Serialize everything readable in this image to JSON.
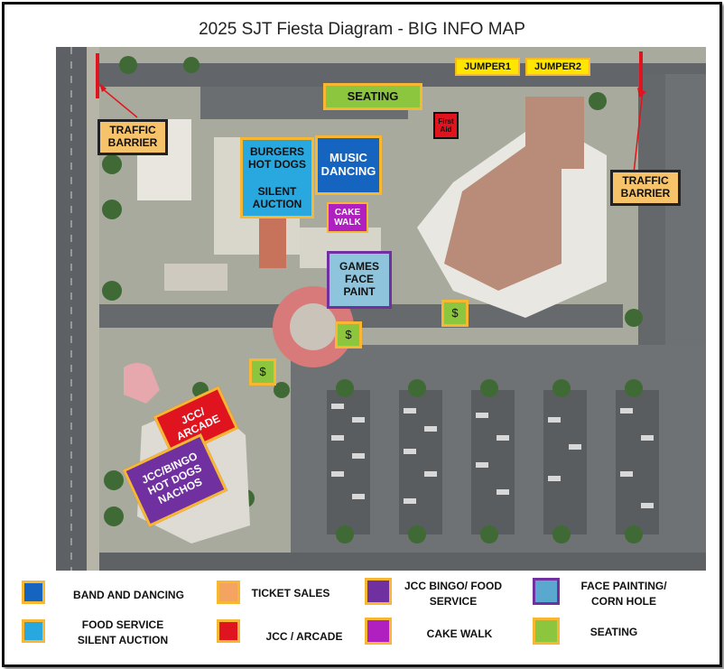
{
  "title": "2025 SJT Fiesta Diagram - BIG INFO MAP",
  "colors": {
    "band": "#1565c0",
    "food": "#29a8e0",
    "ticket": "#f4a460",
    "arcade": "#e0141e",
    "jcc_bingo": "#7030a0",
    "cake": "#b020c0",
    "face": "#5aa8d0",
    "seating": "#8cc63f",
    "yellow": "#ffe600",
    "border": "#f7b733"
  },
  "map": {
    "jumper1": "JUMPER1",
    "jumper2": "JUMPER2",
    "seating": "SEATING",
    "first_aid": "First Aid",
    "traffic_barrier_left": "TRAFFIC BARRIER",
    "traffic_barrier_right": "TRAFFIC BARRIER",
    "burgers": "BURGERS HOT DOGS",
    "silent_auction": "SILENT AUCTION",
    "music": "MUSIC DANCING",
    "cake_walk": "CAKE WALK",
    "games": "GAMES FACE PAINT",
    "dollar": "$",
    "jcc_arcade": "JCC/ ARCADE",
    "jcc_bingo": "JCC/BINGO HOT DOGS NACHOS"
  },
  "legend": [
    {
      "label": "BAND AND DANCING",
      "color": "#1565c0"
    },
    {
      "label": "TICKET SALES",
      "color": "#f4a460"
    },
    {
      "label": "JCC BINGO/ FOOD SERVICE",
      "color": "#7030a0"
    },
    {
      "label": "FACE PAINTING/ CORN HOLE",
      "color": "#5aa8d0"
    },
    {
      "label": "FOOD SERVICE SILENT AUCTION",
      "color": "#29a8e0"
    },
    {
      "label": "JCC / ARCADE",
      "color": "#e0141e"
    },
    {
      "label": "CAKE WALK",
      "color": "#b020c0"
    },
    {
      "label": "SEATING",
      "color": "#8cc63f"
    }
  ]
}
